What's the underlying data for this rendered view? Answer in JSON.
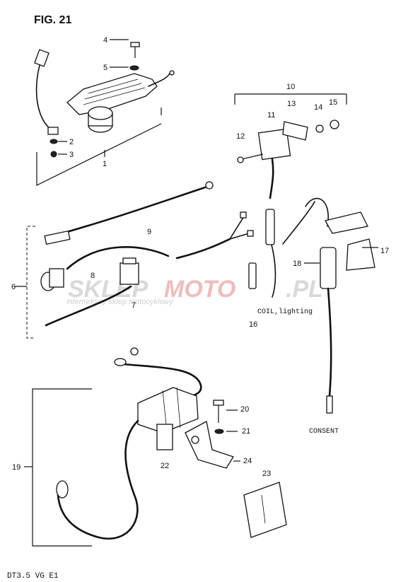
{
  "figure": {
    "title": "FIG. 21",
    "footer": "DT3.5 VG E1"
  },
  "notes": {
    "coil": "COIL,lighting",
    "consent": "CONSENT"
  },
  "watermark": {
    "brand_a": "SKLEP",
    "brand_b": "MOTO",
    "brand_c": ".PL",
    "tagline": "internetowy sklep motocyklowy"
  },
  "callouts": [
    "1",
    "2",
    "3",
    "4",
    "5",
    "6",
    "7",
    "8",
    "9",
    "10",
    "11",
    "12",
    "13",
    "14",
    "15",
    "16",
    "17",
    "18",
    "19",
    "20",
    "21",
    "22",
    "23",
    "24"
  ]
}
